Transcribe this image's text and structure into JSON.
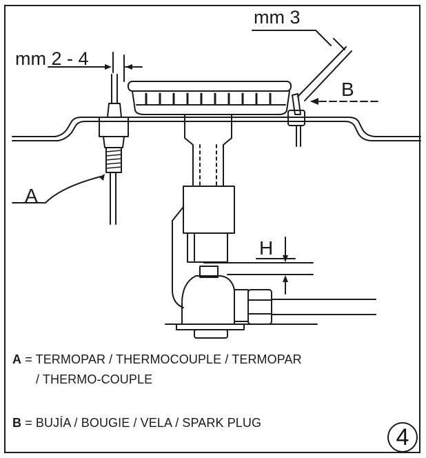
{
  "dimensions": {
    "gap_top": "mm 3",
    "gap_left": "mm 2 - 4",
    "height": "H"
  },
  "callouts": {
    "a": "A",
    "b": "B"
  },
  "legend": {
    "a_key": "A",
    "a_text": "= TERMOPAR / THERMOCOUPLE / TERMOPAR",
    "a_text_cont": "/ THERMO-COUPLE",
    "b_key": "B",
    "b_text": "= BUJÍA / BOUGIE / VELA / SPARK PLUG"
  },
  "figure_number": "4",
  "colors": {
    "line": "#1a1a1a",
    "background": "#ffffff"
  }
}
